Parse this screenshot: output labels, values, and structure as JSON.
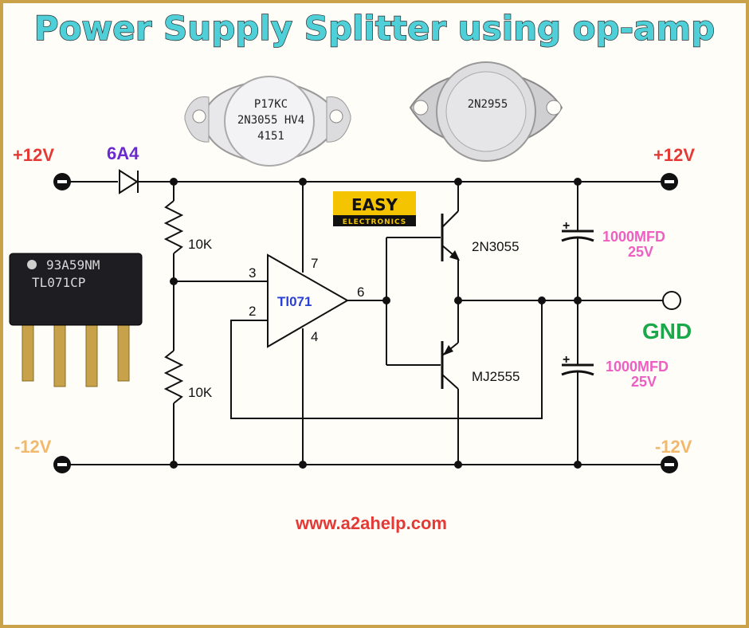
{
  "title": "Power Supply Splitter using op-amp",
  "website": "www.a2ahelp.com",
  "badge": {
    "main": "EASY",
    "sub": "ELECTRONICS"
  },
  "terminals": {
    "in_pos": "+12V",
    "in_neg": "-12V",
    "out_pos": "+12V",
    "out_neg": "-12V",
    "gnd": "GND"
  },
  "diode_label": "6A4",
  "resistors": {
    "r1": "10K",
    "r2": "10K"
  },
  "opamp": {
    "name": "Tl071",
    "pins": {
      "p2": "2",
      "p3": "3",
      "p4": "4",
      "p6": "6",
      "p7": "7"
    }
  },
  "transistors": {
    "q1": "2N3055",
    "q2": "MJ2555"
  },
  "capacitors": {
    "c1": {
      "value": "1000MFD",
      "voltage": "25V"
    },
    "c2": {
      "value": "1000MFD",
      "voltage": "25V"
    }
  },
  "photos": {
    "can1": {
      "line1": "P17KC",
      "line2": "2N3055 HV4",
      "line3": "4151"
    },
    "can2": {
      "line1": "2N2955"
    },
    "chip": {
      "line1": "93A59NM",
      "line2": "TL071CP"
    }
  },
  "colors": {
    "title": "#4fd0d8",
    "positive": "#e53935",
    "negative": "#f2b86b",
    "diode": "#6a2ad0",
    "gnd": "#1aa84a",
    "capacitor": "#ee5fc2",
    "opamp": "#2a3fd6"
  }
}
